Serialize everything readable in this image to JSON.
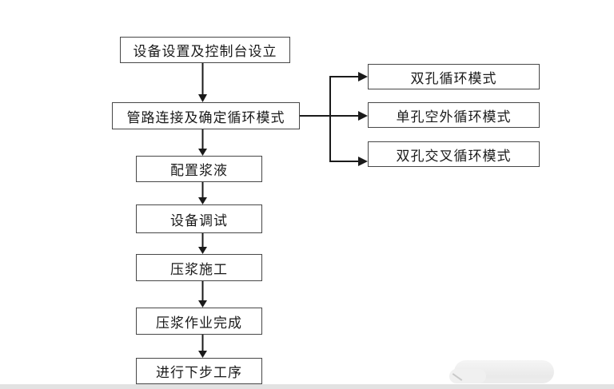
{
  "flowchart": {
    "main_steps": [
      {
        "label": "设备设置及控制台设立"
      },
      {
        "label": "管路连接及确定循环模式"
      },
      {
        "label": "配置浆液"
      },
      {
        "label": "设备调试"
      },
      {
        "label": "压浆施工"
      },
      {
        "label": "压浆作业完成"
      },
      {
        "label": "进行下步工序"
      }
    ],
    "circulation_modes": [
      {
        "label": "双孔循环模式"
      },
      {
        "label": "单孔空外循环模式"
      },
      {
        "label": "双孔交叉循环模式"
      }
    ],
    "colors": {
      "background": "#ffffff",
      "box_border": "#474747",
      "connector": "#1a1a1a",
      "text": "#1a1a1a",
      "footer_band": "#e2e2e2"
    }
  }
}
